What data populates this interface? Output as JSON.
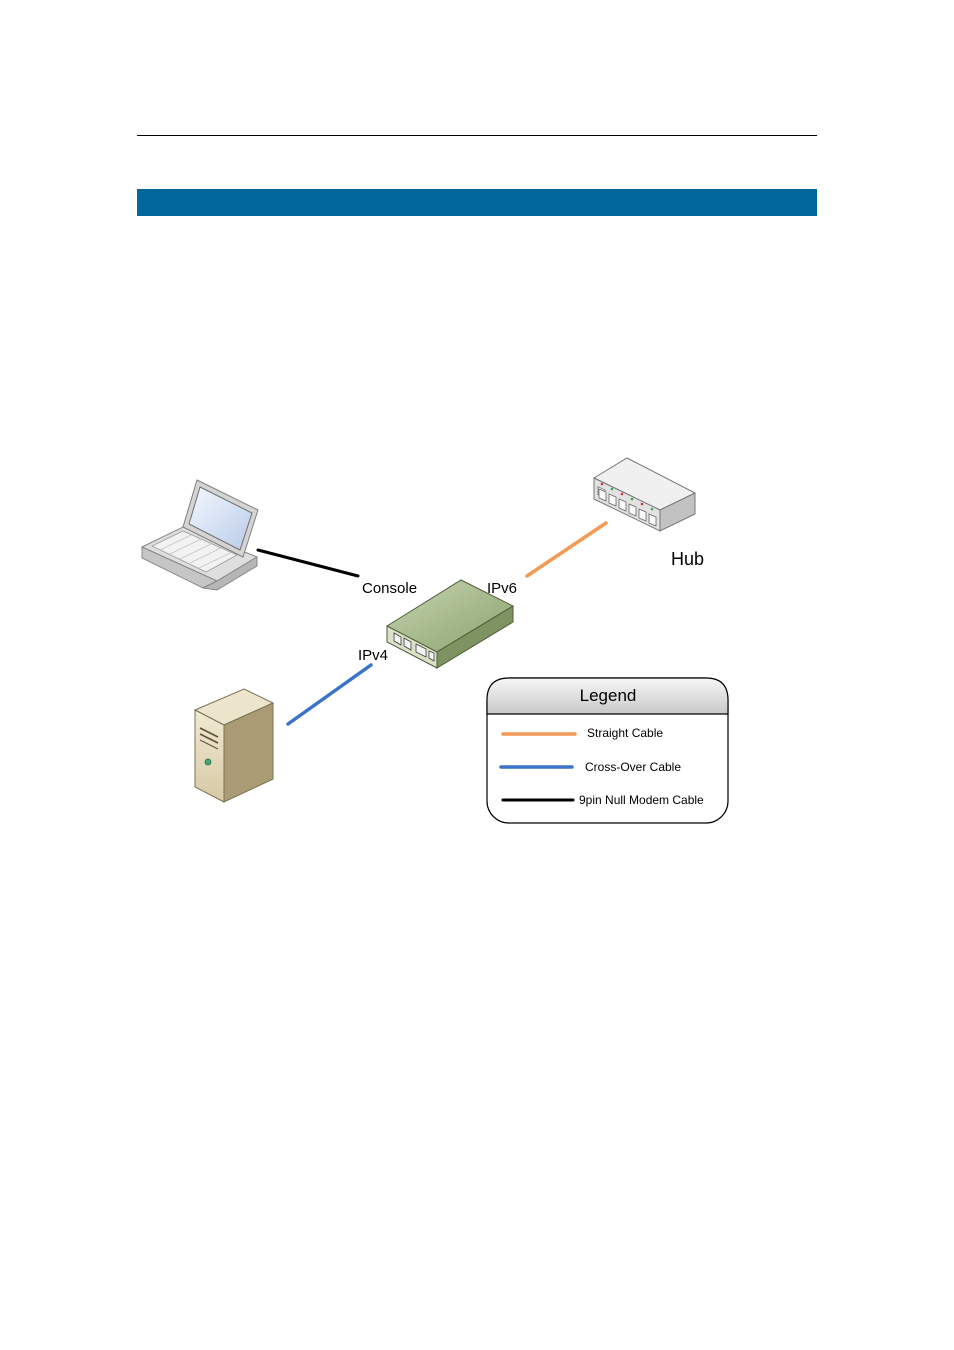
{
  "colors": {
    "banner": "#00679c",
    "straight_cable": "#f39a55",
    "crossover_cable": "#3a73c9",
    "null_modem_cable": "#000000",
    "router_body": "#8fa872"
  },
  "diagram": {
    "labels": {
      "console": "Console",
      "ipv6": "IPv6",
      "ipv4": "IPv4",
      "hub": "Hub"
    },
    "legend": {
      "title": "Legend",
      "items": [
        {
          "label": "Straight Cable"
        },
        {
          "label": "Cross-Over Cable"
        },
        {
          "label": "9pin Null Modem Cable"
        }
      ]
    },
    "icons": [
      "laptop-icon",
      "hub-icon",
      "router-icon",
      "server-icon"
    ]
  }
}
